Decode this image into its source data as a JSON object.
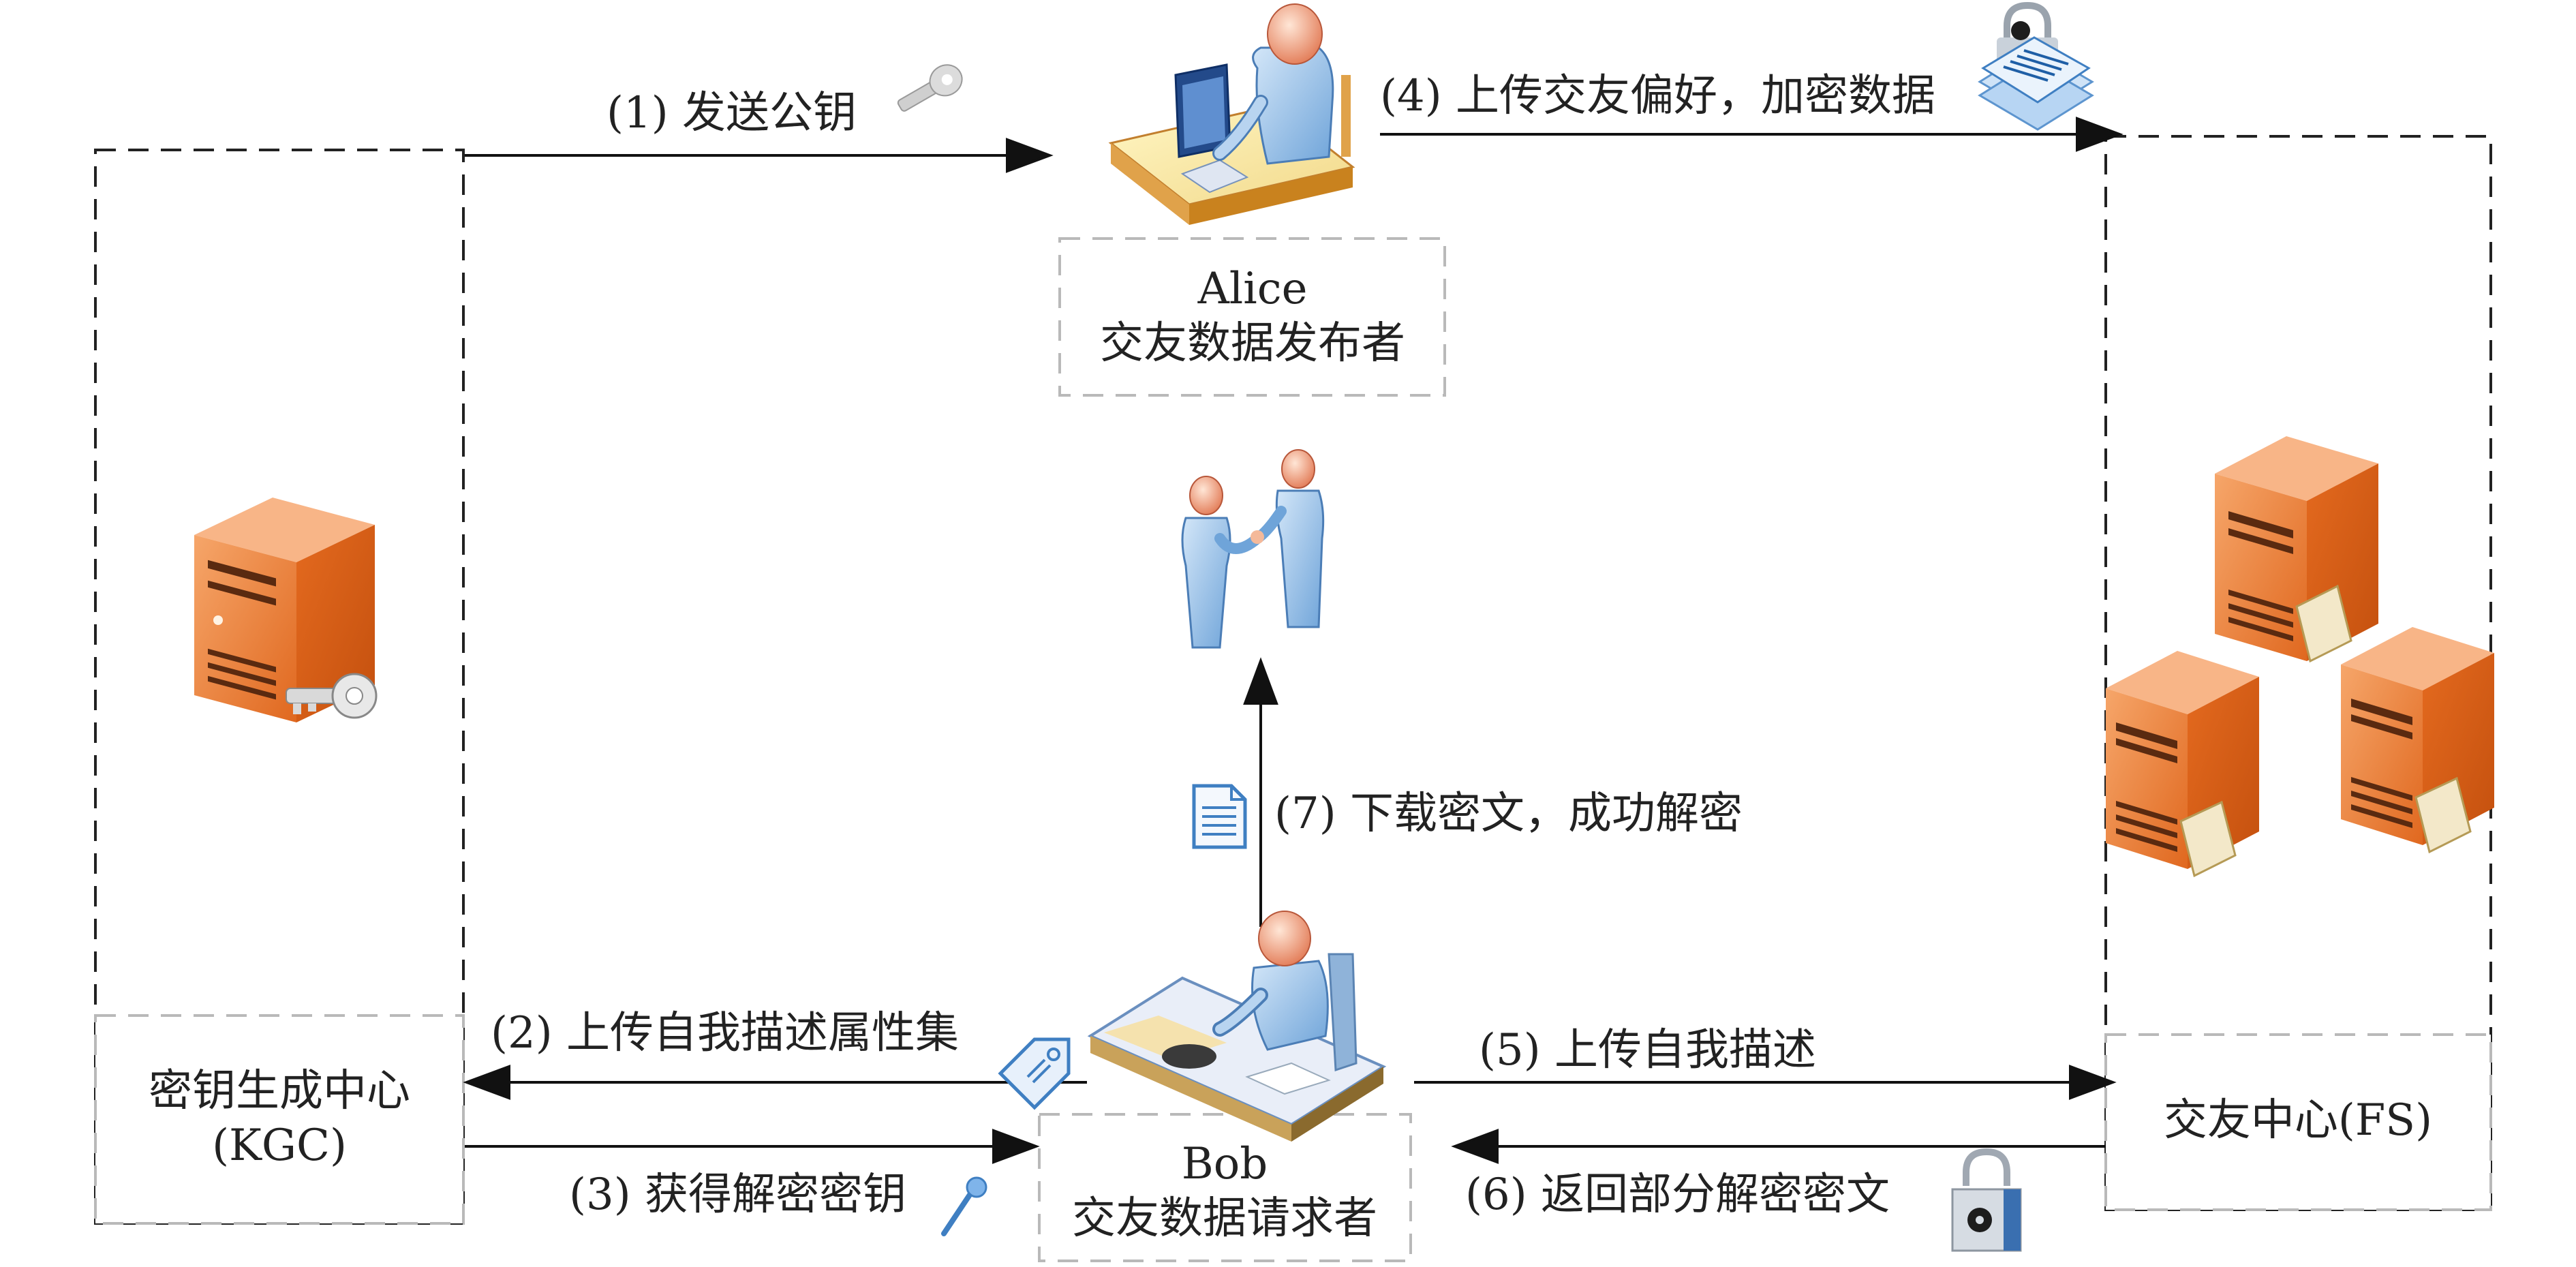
{
  "diagram": {
    "nodes": {
      "kgc": {
        "line1": "密钥生成中心",
        "line2": "(KGC)"
      },
      "alice": {
        "line1": "Alice",
        "line2": "交友数据发布者"
      },
      "bob": {
        "line1": "Bob",
        "line2": "交友数据请求者"
      },
      "fs": {
        "line1": "交友中心(FS)"
      }
    },
    "edges": {
      "e1": "(1) 发送公钥",
      "e2": "(2) 上传自我描述属性集",
      "e3": "(3) 获得解密密钥",
      "e4": "(4) 上传交友偏好，加密数据",
      "e5": "(5) 上传自我描述",
      "e6": "(6) 返回部分解密密文",
      "e7": "(7) 下载密文，成功解密"
    },
    "icons": [
      "key-icon",
      "tag-icon",
      "pin-key-icon",
      "encrypted-document-icon",
      "padlock-icon",
      "document-icon",
      "server-icon",
      "handshake-icon",
      "person-at-desk-icon"
    ],
    "colors": {
      "server_orange": "#e5742a",
      "person_blue": "#9cc4ea",
      "head_peach": "#f4b99a",
      "box_dash": "#b9b9b9",
      "line": "#111111"
    }
  }
}
